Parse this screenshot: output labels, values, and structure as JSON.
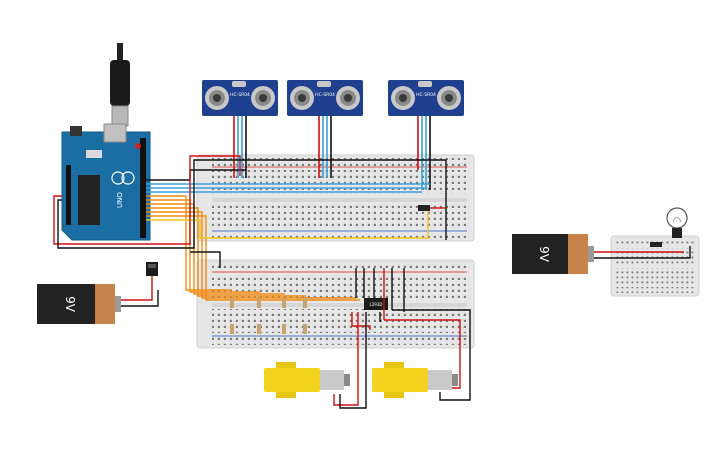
{
  "colors": {
    "background": "#ffffff",
    "breadboard": "#e6e6e6",
    "arduino": "#1b6ea3",
    "sensor": "#1f3f8f",
    "battery_body": "#222222",
    "battery_cap": "#c7834a",
    "motor": "#f2d21c",
    "wire_red": "#d01010",
    "wire_black": "#111111",
    "wire_orange": "#f08a12",
    "wire_blue": "#3aa0d8",
    "wire_yellow": "#f0c419"
  },
  "sensors": [
    {
      "label": "HC-SR04"
    },
    {
      "label": "HC-SR04"
    },
    {
      "label": "HC-SR04"
    }
  ],
  "arduino": {
    "label": "UNO",
    "icon": "arduino-board-icon"
  },
  "batteries": [
    {
      "label": "9V"
    },
    {
      "label": "9V"
    }
  ],
  "driver_chip": {
    "label": "L293D"
  },
  "bulb": {
    "icon": "light-bulb-icon"
  },
  "motors": [
    {
      "icon": "dc-gear-motor-icon"
    },
    {
      "icon": "dc-gear-motor-icon"
    }
  ]
}
